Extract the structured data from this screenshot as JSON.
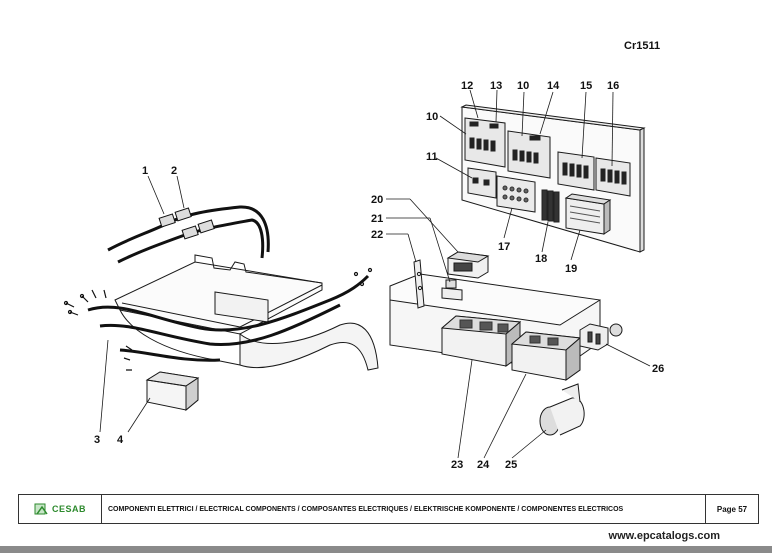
{
  "drawing": {
    "code": "Cr1511",
    "callouts": [
      "1",
      "2",
      "3",
      "4",
      "10",
      "10",
      "11",
      "12",
      "13",
      "14",
      "15",
      "16",
      "17",
      "18",
      "19",
      "20",
      "21",
      "22",
      "23",
      "24",
      "25",
      "26"
    ]
  },
  "footer": {
    "logo_text": "CESAB",
    "title": "COMPONENTI ELETTRICI / ELECTRICAL COMPONENTS / COMPOSANTES ELECTRIQUES / ELEKTRISCHE KOMPONENTE / COMPONENTES ELECTRICOS",
    "page": "Page 57"
  },
  "watermark": "www.epcatalogs.com",
  "colors": {
    "logo_green": "#2d8a2d",
    "bar_grey": "#8a8a8a"
  }
}
